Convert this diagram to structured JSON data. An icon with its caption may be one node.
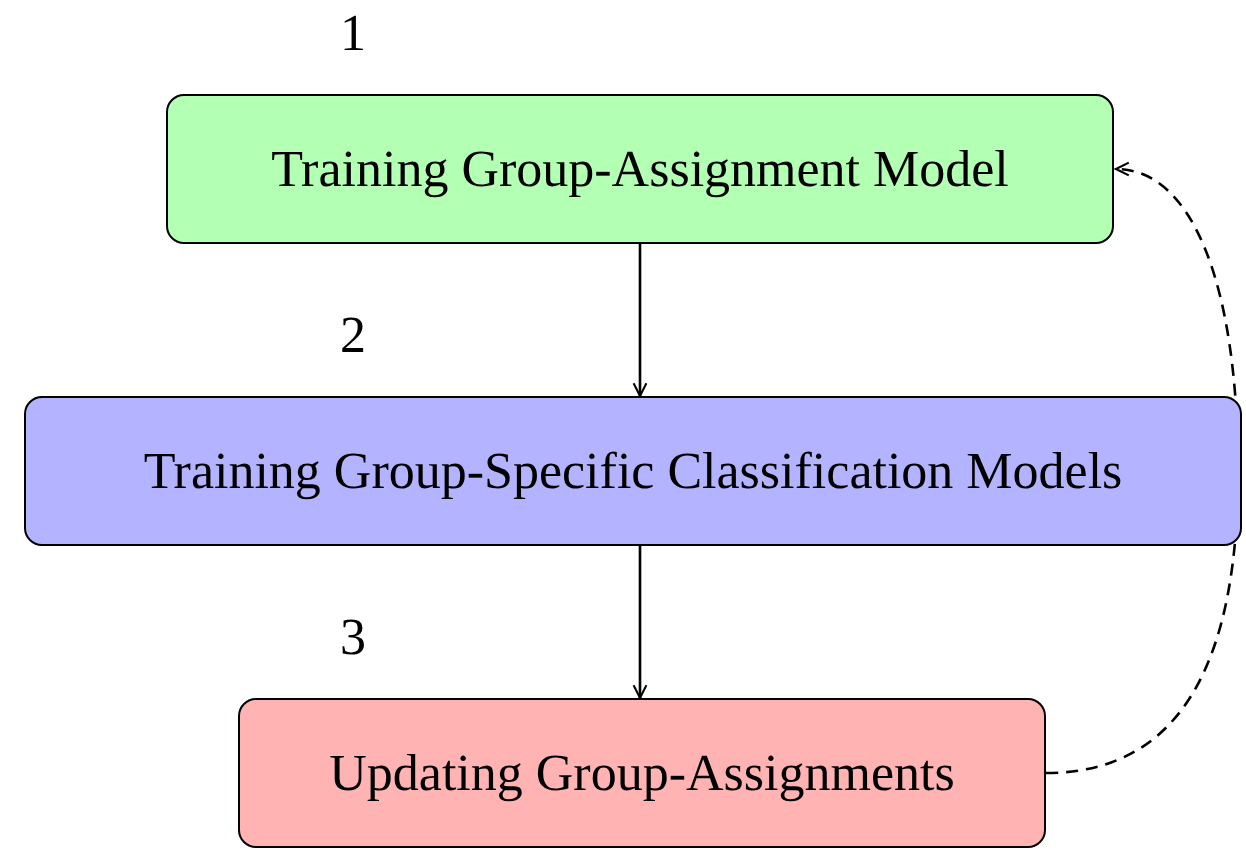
{
  "diagram": {
    "nodes": [
      {
        "text": [
          "Training Group-Assignment Model"
        ],
        "beside": [
          "1"
        ]
      },
      {
        "text": [
          "Training Group-Specific Classification Models"
        ],
        "beside": [
          "2"
        ]
      },
      {
        "text": [
          "Updating Group-Assignments"
        ],
        "beside": [
          "3"
        ]
      }
    ],
    "edges": [
      {
        "from": 0,
        "to": 1,
        "arrow": "to"
      },
      {
        "from": 1,
        "to": 2,
        "arrow": "to"
      },
      {
        "from": 2,
        "to": 0,
        "arrow": "to",
        "style": "dashed"
      }
    ]
  }
}
